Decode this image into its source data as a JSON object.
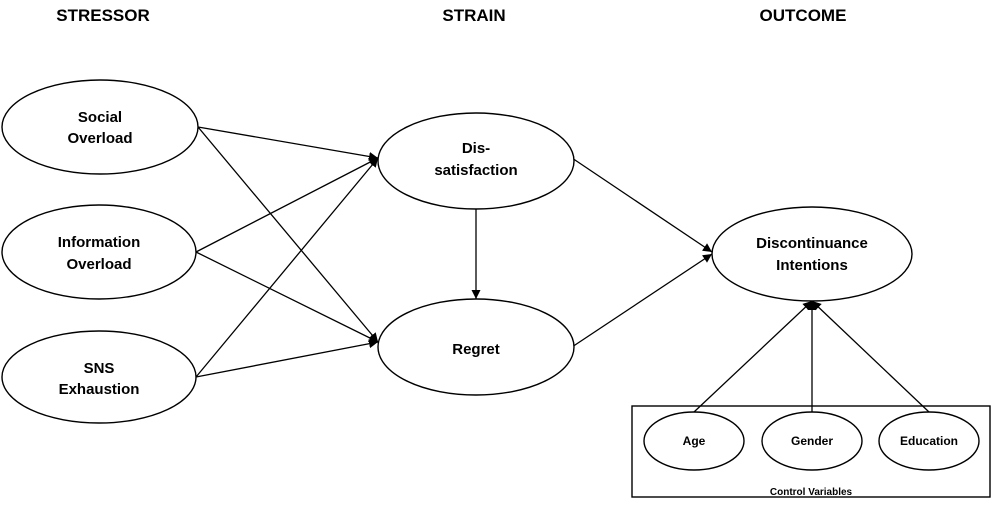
{
  "headers": {
    "stressor": "STRESSOR",
    "strain": "STRAIN",
    "outcome": "OUTCOME"
  },
  "nodes": {
    "social_overload": [
      "Social",
      "Overload"
    ],
    "information_overload": [
      "Information",
      "Overload"
    ],
    "sns_exhaustion": [
      "SNS",
      "Exhaustion"
    ],
    "dissatisfaction": [
      "Dis-",
      "satisfaction"
    ],
    "regret": [
      "Regret"
    ],
    "discontinuance": [
      "Discontinuance",
      "Intentions"
    ],
    "age": [
      "Age"
    ],
    "gender": [
      "Gender"
    ],
    "education": [
      "Education"
    ]
  },
  "control_box": {
    "label": "Control Variables"
  },
  "edges": [
    [
      "social_overload",
      "dissatisfaction"
    ],
    [
      "social_overload",
      "regret"
    ],
    [
      "information_overload",
      "dissatisfaction"
    ],
    [
      "information_overload",
      "regret"
    ],
    [
      "sns_exhaustion",
      "dissatisfaction"
    ],
    [
      "sns_exhaustion",
      "regret"
    ],
    [
      "dissatisfaction",
      "regret"
    ],
    [
      "dissatisfaction",
      "discontinuance"
    ],
    [
      "regret",
      "discontinuance"
    ],
    [
      "age",
      "discontinuance"
    ],
    [
      "gender",
      "discontinuance"
    ],
    [
      "education",
      "discontinuance"
    ]
  ]
}
